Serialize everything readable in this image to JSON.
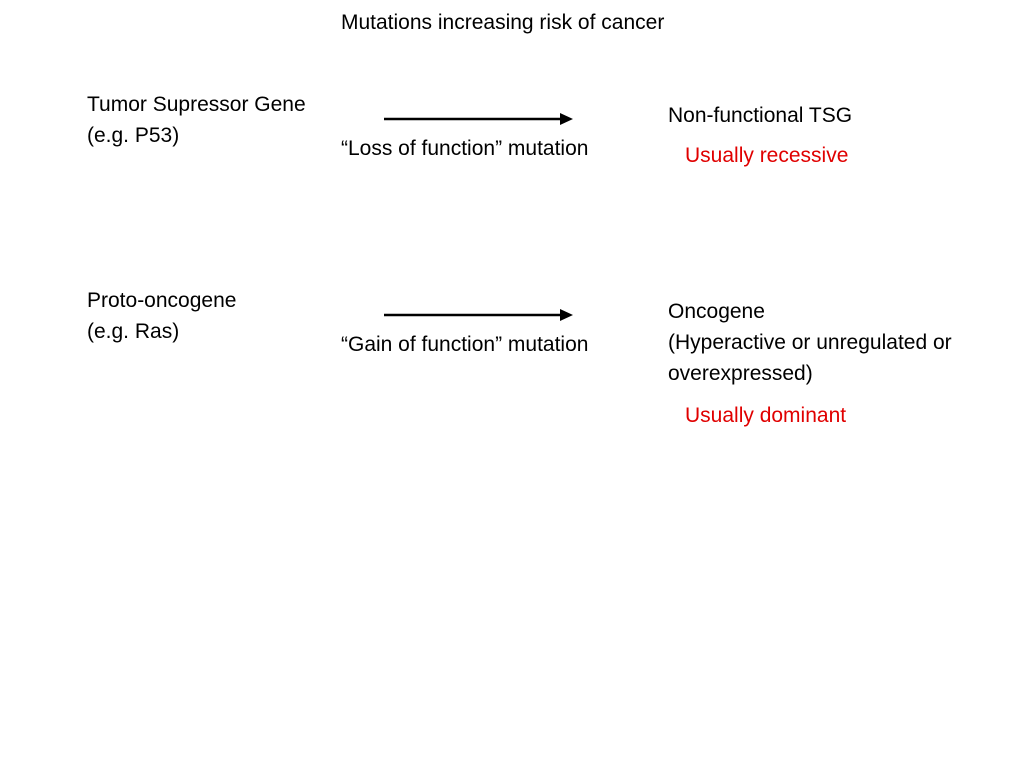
{
  "slide": {
    "title": "Mutations increasing risk of cancer",
    "colors": {
      "text": "#000000",
      "emphasis": "#e00000"
    },
    "rows": [
      {
        "gene_line1": "Tumor Supressor Gene",
        "gene_line2": "(e.g. P53)",
        "mutation": "“Loss of function” mutation",
        "result_lines": [
          "Non-functional TSG"
        ],
        "inheritance": "Usually recessive",
        "arrow_icon": "right-arrow-icon"
      },
      {
        "gene_line1": "Proto-oncogene",
        "gene_line2": "(e.g. Ras)",
        "mutation": "“Gain of function” mutation",
        "result_lines": [
          "Oncogene",
          "(Hyperactive or unregulated or",
          "overexpressed)"
        ],
        "inheritance": "Usually dominant",
        "arrow_icon": "right-arrow-icon"
      }
    ]
  }
}
